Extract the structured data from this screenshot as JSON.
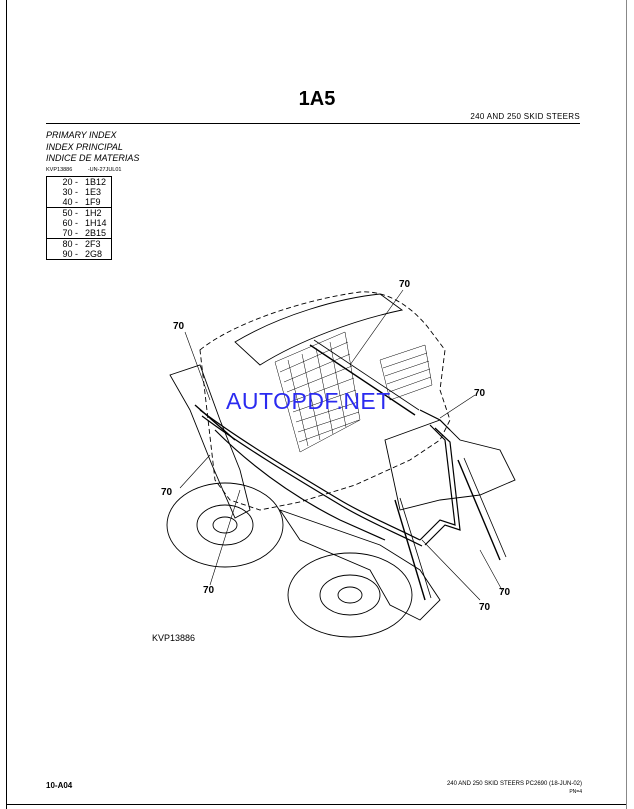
{
  "page": {
    "title": "1A5",
    "header": "240 AND 250 SKID STEERS"
  },
  "index": {
    "titles": [
      "PRIMARY INDEX",
      "INDEX PRINCIPAL",
      "INDICE DE MATERIAS"
    ],
    "ref_left": "KVP13886",
    "ref_right": "-UN-27JUL01",
    "groups": [
      [
        {
          "num": "20 -",
          "code": "1B12"
        },
        {
          "num": "30 -",
          "code": "1E3"
        },
        {
          "num": "40 -",
          "code": "1F9"
        }
      ],
      [
        {
          "num": "50 -",
          "code": "1H2"
        },
        {
          "num": "60 -",
          "code": "1H14"
        },
        {
          "num": "70 -",
          "code": "2B15"
        }
      ],
      [
        {
          "num": "80 -",
          "code": "2F3"
        },
        {
          "num": "90 -",
          "code": "2G8"
        }
      ]
    ]
  },
  "figure": {
    "callouts": [
      "70",
      "70",
      "70",
      "70",
      "70",
      "70",
      "70"
    ],
    "watermark": "AUTOPDF.NET",
    "caption": "KVP13886"
  },
  "footer": {
    "code": "10-A04",
    "right": "240 AND 250 SKID STEERS   PC2690    (18-JUN-02)",
    "pn": "PN=4"
  }
}
